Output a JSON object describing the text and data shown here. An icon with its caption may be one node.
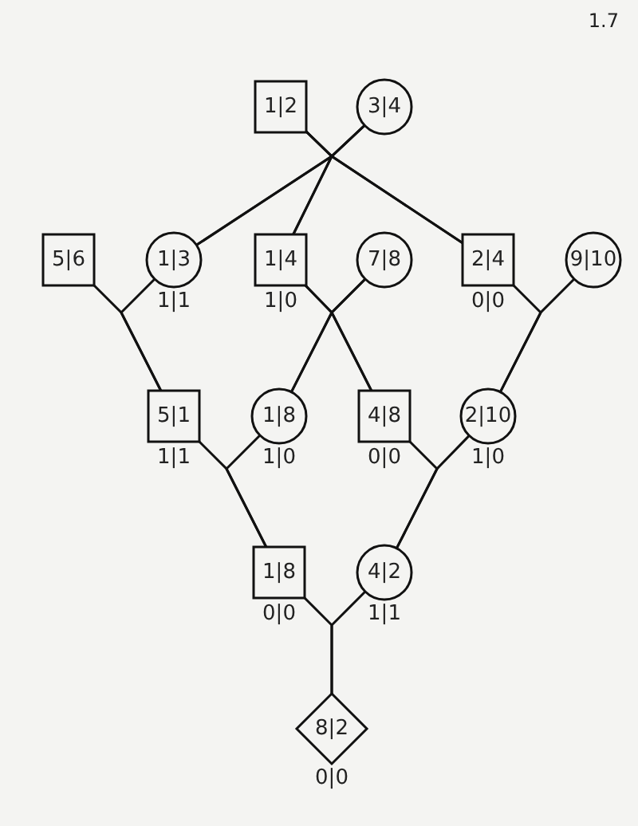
{
  "diagram": {
    "nodes": [
      {
        "text": [
          "1|2"
        ]
      },
      {
        "text": [
          "3|4"
        ]
      },
      {
        "text": [
          "5|6"
        ]
      },
      {
        "text": [
          "1|3"
        ],
        "beside": [
          "1|1"
        ]
      },
      {
        "text": [
          "1|4"
        ],
        "beside": [
          "1|0"
        ]
      },
      {
        "text": [
          "7|8"
        ]
      },
      {
        "text": [
          "2|4"
        ],
        "beside": [
          "0|0"
        ]
      },
      {
        "text": [
          "9|10"
        ]
      },
      {
        "text": [
          "5|1"
        ],
        "beside": [
          "1|1"
        ]
      },
      {
        "text": [
          "1|8"
        ],
        "beside": [
          "1|0"
        ]
      },
      {
        "text": [
          "4|8"
        ],
        "beside": [
          "0|0"
        ]
      },
      {
        "text": [
          "2|10"
        ],
        "beside": [
          "1|0"
        ]
      },
      {
        "text": [
          "1|8"
        ],
        "beside": [
          "0|0"
        ]
      },
      {
        "text": [
          "4|2"
        ],
        "beside": [
          "1|1"
        ]
      },
      {
        "text": [
          "8|2"
        ],
        "beside": [
          "0|0"
        ]
      }
    ],
    "edges": [
      {
        "from": 0,
        "to": 3,
        "arrow": "none"
      },
      {
        "from": 0,
        "to": 4,
        "arrow": "none"
      },
      {
        "from": 0,
        "to": 6,
        "arrow": "none"
      },
      {
        "from": 1,
        "to": 3,
        "arrow": "none"
      },
      {
        "from": 1,
        "to": 4,
        "arrow": "none"
      },
      {
        "from": 1,
        "to": 6,
        "arrow": "none"
      },
      {
        "from": 2,
        "to": 8,
        "arrow": "none"
      },
      {
        "from": 3,
        "to": 8,
        "arrow": "none"
      },
      {
        "from": 4,
        "to": 9,
        "arrow": "none"
      },
      {
        "from": 4,
        "to": 10,
        "arrow": "none"
      },
      {
        "from": 5,
        "to": 9,
        "arrow": "none"
      },
      {
        "from": 5,
        "to": 10,
        "arrow": "none"
      },
      {
        "from": 6,
        "to": 11,
        "arrow": "none"
      },
      {
        "from": 7,
        "to": 11,
        "arrow": "none"
      },
      {
        "from": 8,
        "to": 12,
        "arrow": "none"
      },
      {
        "from": 9,
        "to": 12,
        "arrow": "none"
      },
      {
        "from": 10,
        "to": 13,
        "arrow": "none"
      },
      {
        "from": 11,
        "to": 13,
        "arrow": "none"
      },
      {
        "from": 12,
        "to": 14,
        "arrow": "none"
      },
      {
        "from": 13,
        "to": 14,
        "arrow": "none"
      }
    ],
    "labels": [
      "1.7"
    ]
  }
}
